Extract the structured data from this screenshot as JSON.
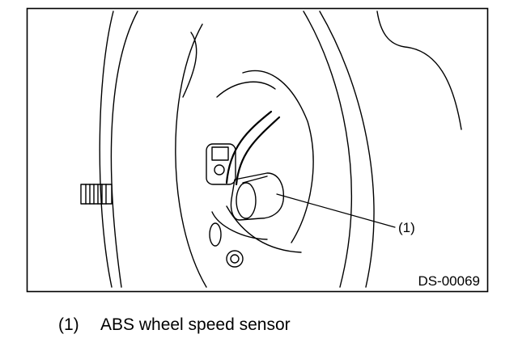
{
  "figure": {
    "callout_number": "(1)",
    "drawing_code": "DS-00069"
  },
  "legend": {
    "items": [
      {
        "number": "(1)",
        "label": "ABS wheel speed sensor"
      }
    ]
  },
  "colors": {
    "line": "#000000",
    "background": "#ffffff"
  }
}
